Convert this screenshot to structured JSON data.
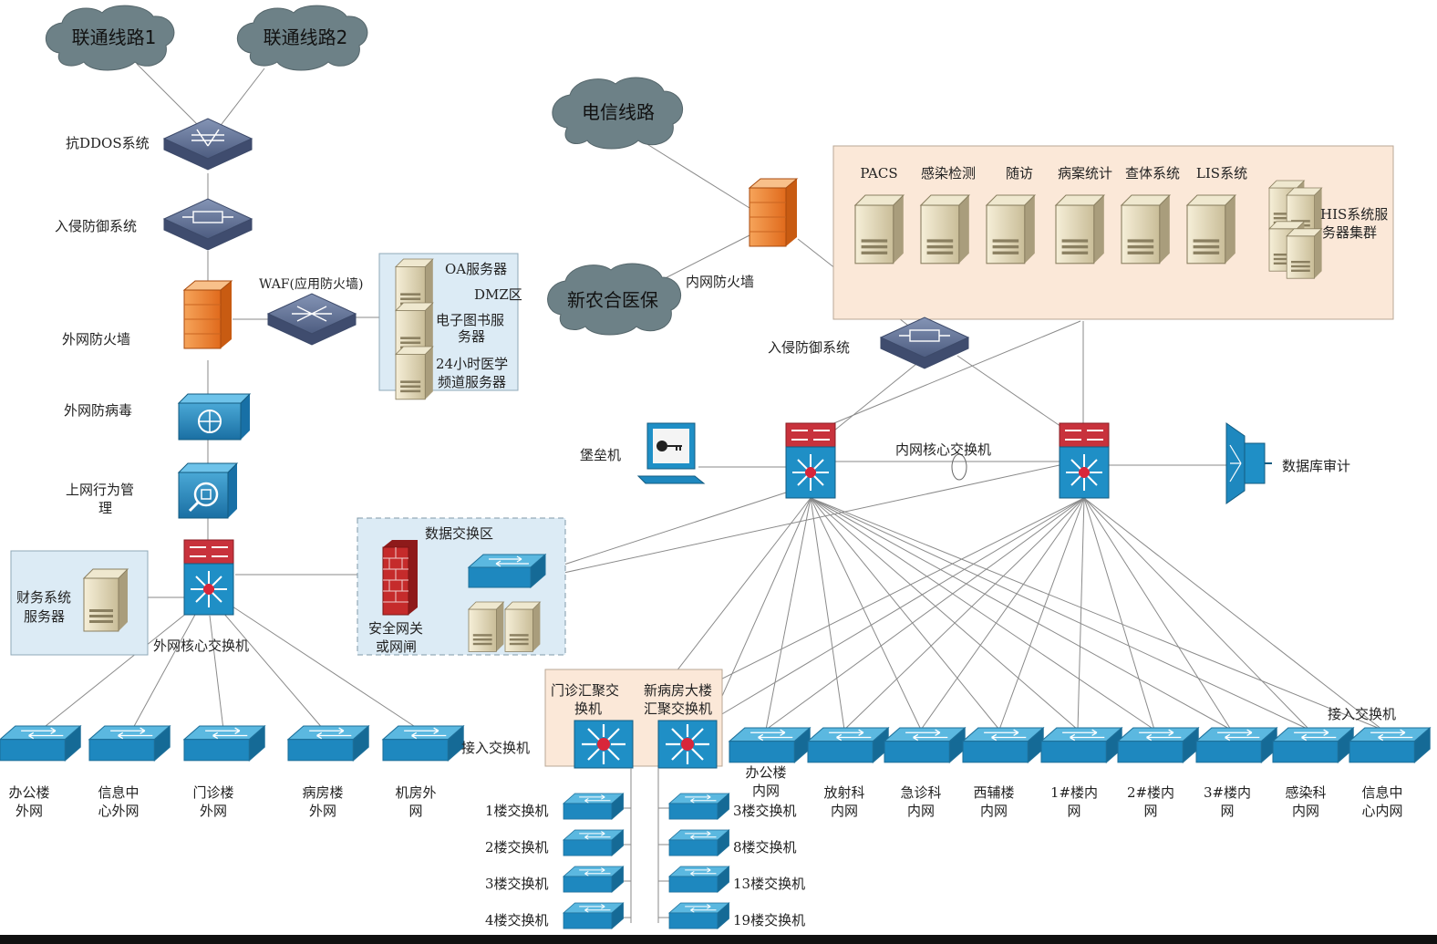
{
  "clouds": {
    "unicom1": "联通线路1",
    "unicom2": "联通线路2",
    "telecom": "电信线路",
    "ncms": "新农合医保"
  },
  "left": {
    "anti_ddos": "抗DDOS系统",
    "ips": "入侵防御系统",
    "waf": "WAF(应用防火墙)",
    "ext_firewall": "外网防火墙",
    "ext_antivirus": "外网防病毒",
    "behavior_mgmt": [
      "上网行为管",
      "理"
    ],
    "finance": [
      "财务系统",
      "服务器"
    ],
    "ext_core": "外网核心交换机",
    "data_exchange": "数据交换区",
    "gateway": [
      "安全网关",
      "或网闸"
    ],
    "access_switch": "接入交换机"
  },
  "dmz": {
    "oa": "OA服务器",
    "zone": "DMZ区",
    "ebook": [
      "电子图书服",
      "务器"
    ],
    "medical_channel": [
      "24小时医学",
      "频道服务器"
    ]
  },
  "internal": {
    "servers": [
      "PACS",
      "感染检测",
      "随访",
      "病案统计",
      "查体系统",
      "LIS系统"
    ],
    "his": [
      "HIS系统服",
      "务器集群"
    ],
    "int_firewall": "内网防火墙",
    "ips": "入侵防御系统",
    "bastion": "堡垒机",
    "core": "内网核心交换机",
    "db_audit": "数据库审计",
    "access_switch": "接入交换机"
  },
  "ext_access": [
    [
      "办公楼",
      "外网"
    ],
    [
      "信息中",
      "心外网"
    ],
    [
      "门诊楼",
      "外网"
    ],
    [
      "病房楼",
      "外网"
    ],
    [
      "机房外",
      "网"
    ]
  ],
  "aggregation": {
    "clinic": [
      "门诊汇聚交",
      "换机"
    ],
    "ward": [
      "新病房大楼",
      "汇聚交换机"
    ]
  },
  "clinic_floors": [
    "1楼交换机",
    "2楼交换机",
    "3楼交换机",
    "4楼交换机"
  ],
  "ward_floors": [
    "3楼交换机",
    "8楼交换机",
    "13楼交换机",
    "19楼交换机"
  ],
  "int_access": [
    [
      "办公楼",
      "内网"
    ],
    [
      "放射科",
      "内网"
    ],
    [
      "急诊科",
      "内网"
    ],
    [
      "西辅楼",
      "内网"
    ],
    [
      "1#楼内",
      "网"
    ],
    [
      "2#楼内",
      "网"
    ],
    [
      "3#楼内",
      "网"
    ],
    [
      "感染科",
      "内网"
    ],
    [
      "信息中",
      "心内网"
    ]
  ]
}
